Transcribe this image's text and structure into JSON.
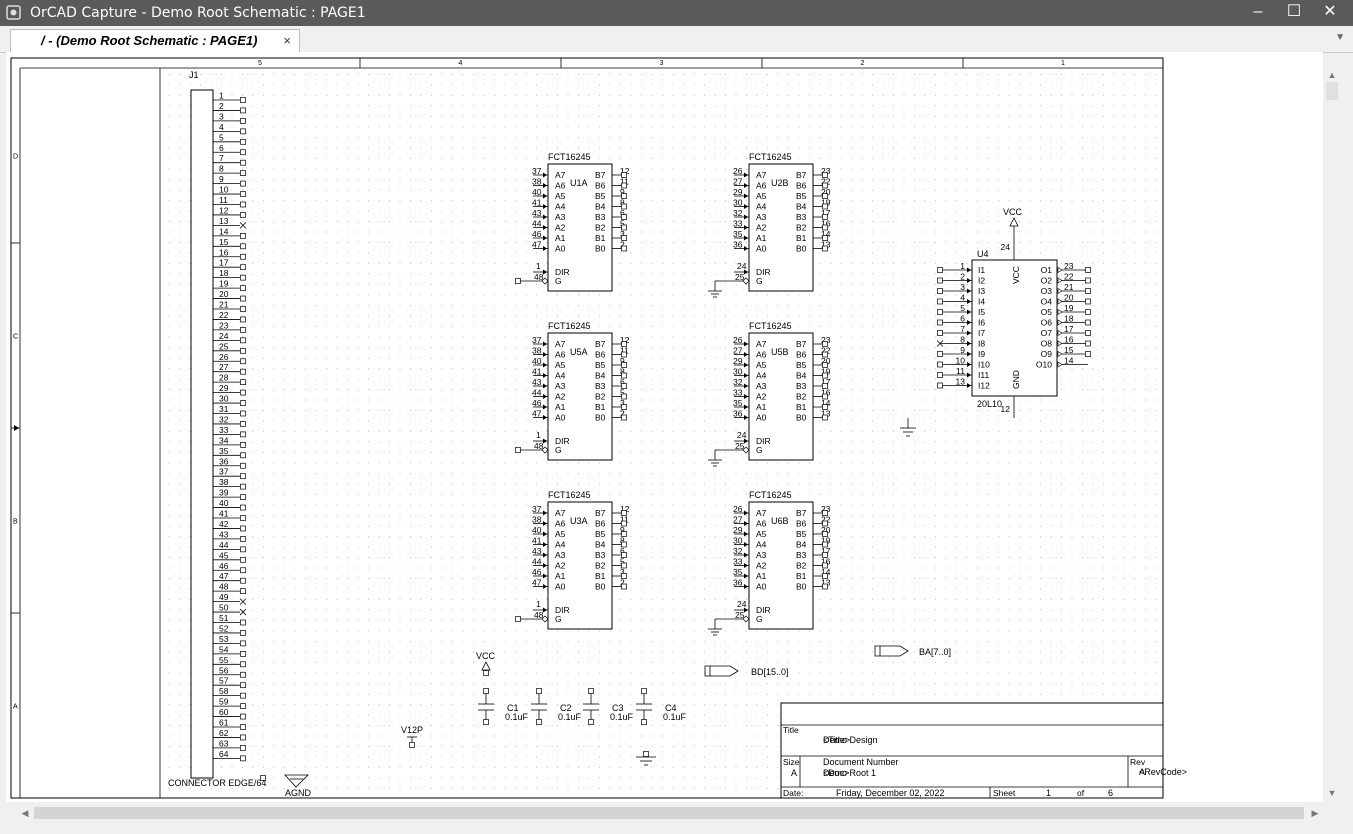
{
  "window": {
    "title": "OrCAD Capture - Demo Root Schematic : PAGE1",
    "minimize": "–",
    "maximize": "☐",
    "close": "✕"
  },
  "tab": {
    "label": "/ - (Demo Root Schematic : PAGE1)",
    "close": "×",
    "menu": "▼"
  },
  "border": {
    "columns": [
      "5",
      "4",
      "3",
      "2",
      "1"
    ],
    "rows": [
      "D",
      "C",
      "B",
      "A"
    ]
  },
  "connector": {
    "ref": "J1",
    "value": "CONNECTOR EDGE/64",
    "pins": [
      "1",
      "2",
      "3",
      "4",
      "5",
      "6",
      "7",
      "8",
      "9",
      "10",
      "11",
      "12",
      "13",
      "14",
      "15",
      "16",
      "17",
      "18",
      "19",
      "20",
      "21",
      "22",
      "23",
      "24",
      "25",
      "26",
      "27",
      "28",
      "29",
      "30",
      "31",
      "32",
      "33",
      "34",
      "35",
      "36",
      "37",
      "38",
      "39",
      "40",
      "41",
      "42",
      "43",
      "44",
      "45",
      "46",
      "47",
      "48",
      "49",
      "50",
      "51",
      "52",
      "53",
      "54",
      "55",
      "56",
      "57",
      "58",
      "59",
      "60",
      "61",
      "62",
      "63",
      "64"
    ]
  },
  "buffers": [
    {
      "ref": "U1A",
      "part": "FCT16245",
      "a_pins": [
        "37",
        "38",
        "40",
        "41",
        "43",
        "44",
        "46",
        "47"
      ],
      "b_pins": [
        "12",
        "11",
        "9",
        "8",
        "6",
        "5",
        "3",
        "2"
      ],
      "dir_pin": "1",
      "g_pin": "48"
    },
    {
      "ref": "U2B",
      "part": "FCT16245",
      "a_pins": [
        "26",
        "27",
        "29",
        "30",
        "32",
        "33",
        "35",
        "36"
      ],
      "b_pins": [
        "23",
        "22",
        "20",
        "19",
        "17",
        "16",
        "14",
        "13"
      ],
      "dir_pin": "24",
      "g_pin": "25"
    },
    {
      "ref": "U5A",
      "part": "FCT16245",
      "a_pins": [
        "37",
        "38",
        "40",
        "41",
        "43",
        "44",
        "46",
        "47"
      ],
      "b_pins": [
        "12",
        "11",
        "9",
        "8",
        "6",
        "5",
        "3",
        "2"
      ],
      "dir_pin": "1",
      "g_pin": "48"
    },
    {
      "ref": "U5B",
      "part": "FCT16245",
      "a_pins": [
        "26",
        "27",
        "29",
        "30",
        "32",
        "33",
        "35",
        "36"
      ],
      "b_pins": [
        "23",
        "22",
        "20",
        "19",
        "17",
        "16",
        "14",
        "13"
      ],
      "dir_pin": "24",
      "g_pin": "25"
    },
    {
      "ref": "U3A",
      "part": "FCT16245",
      "a_pins": [
        "37",
        "38",
        "40",
        "41",
        "43",
        "44",
        "46",
        "47"
      ],
      "b_pins": [
        "12",
        "11",
        "9",
        "8",
        "6",
        "5",
        "3",
        "2"
      ],
      "dir_pin": "1",
      "g_pin": "48"
    },
    {
      "ref": "U6B",
      "part": "FCT16245",
      "a_pins": [
        "26",
        "27",
        "29",
        "30",
        "32",
        "33",
        "35",
        "36"
      ],
      "b_pins": [
        "23",
        "22",
        "20",
        "19",
        "17",
        "16",
        "14",
        "13"
      ],
      "dir_pin": "24",
      "g_pin": "25"
    }
  ],
  "buffer_labels": {
    "a_names": [
      "A7",
      "A6",
      "A5",
      "A4",
      "A3",
      "A2",
      "A1",
      "A0"
    ],
    "b_names": [
      "B7",
      "B6",
      "B5",
      "B4",
      "B3",
      "B2",
      "B1",
      "B0"
    ],
    "dir": "DIR",
    "g": "G"
  },
  "pal": {
    "ref": "U4",
    "part": "20L10",
    "vcc_pin": "24",
    "gnd_pin": "12",
    "vcc_label": "VCC",
    "gnd_label": "GND",
    "power": "VCC",
    "in_pins": [
      "1",
      "2",
      "3",
      "4",
      "5",
      "6",
      "7",
      "8",
      "9",
      "10",
      "11",
      "13"
    ],
    "in_names": [
      "I1",
      "I2",
      "I3",
      "I4",
      "I5",
      "I6",
      "I7",
      "I8",
      "I9",
      "I10",
      "I11",
      "I12"
    ],
    "out_pins": [
      "23",
      "22",
      "21",
      "20",
      "19",
      "18",
      "17",
      "16",
      "15",
      "14"
    ],
    "out_names": [
      "O1",
      "O2",
      "O3",
      "O4",
      "O5",
      "O6",
      "O7",
      "O8",
      "O9",
      "O10"
    ]
  },
  "caps": [
    {
      "ref": "C1",
      "value": "0.1uF"
    },
    {
      "ref": "C2",
      "value": "0.1uF"
    },
    {
      "ref": "C3",
      "value": "0.1uF"
    },
    {
      "ref": "C4",
      "value": "0.1uF"
    }
  ],
  "power_labels": {
    "vcc": "VCC",
    "v12p": "V12P",
    "agnd": "AGND"
  },
  "nets": {
    "bus_a": "BA[7..0]",
    "bus_d": "BD[15..0]"
  },
  "titleblock": {
    "title_label": "Title",
    "title_value": "Demo Design",
    "title_overlap": "<Title>",
    "size_label": "Size",
    "size_value": "A",
    "docnum_label": "Document Number",
    "docnum_value": "Demo Root 1",
    "docnum_overlap": "<Doc>",
    "rev_label": "Rev",
    "rev_value": "<RevCode>",
    "rev_overlap": "A",
    "date_label": "Date:",
    "date_value": "Friday, December 02, 2022",
    "sheet_label": "Sheet",
    "sheet_value": "1",
    "of_label": "of",
    "of_value": "6"
  }
}
